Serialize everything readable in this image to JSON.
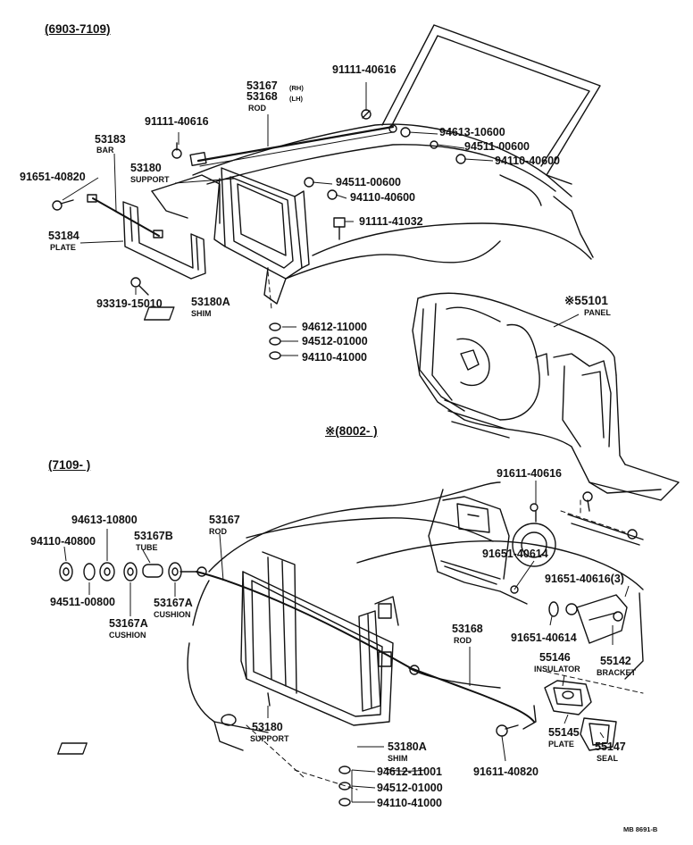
{
  "ranges": {
    "top": "(6903-7109)",
    "bottom": "(7109-      )",
    "panel_note": "※(8002-      )"
  },
  "labels": {
    "n91111_40616_a": "91111-40616",
    "n53167_rh": "53167",
    "rh": "(RH)",
    "n53168_lh": "53168",
    "lh": "(LH)",
    "rod_top": "ROD",
    "n91111_40616_b": "91111-40616",
    "n94613_10600": "94613-10600",
    "n94511_00600_a": "94511-00600",
    "n53183": "53183",
    "bar": "BAR",
    "n94110_40600_a": "94110-40600",
    "n53180_top": "53180",
    "support_top": "SUPPORT",
    "n94511_00600_b": "94511-00600",
    "n91651_40820": "91651-40820",
    "n94110_40600_b": "94110-40600",
    "n91111_41032": "91111-41032",
    "n53184": "53184",
    "plate_top": "PLATE",
    "n93319_15010": "93319-15010",
    "n53180a_top": "53180A",
    "shim_top": "SHIM",
    "n94612_11000": "94612-11000",
    "n94512_01000_a": "94512-01000",
    "n94110_41000_a": "94110-41000",
    "n55101": "※55101",
    "panel": "PANEL",
    "n91611_40616": "91611-40616",
    "n94613_10800": "94613-10800",
    "n53167_bottom": "53167",
    "rod_bottom": "ROD",
    "n94110_40800": "94110-40800",
    "n53167b": "53167B",
    "tube": "TUBE",
    "n91651_40614_a": "91651-40614",
    "n94511_00800": "94511-00800",
    "n53167a_a": "53167A",
    "cushion_a": "CUSHION",
    "n91651_40616_3": "91651-40616(3)",
    "n53167a_b": "53167A",
    "cushion_b": "CUSHION",
    "n91651_40614_b": "91651-40614",
    "n53168_bottom": "53168",
    "rod_bottom2": "ROD",
    "n55146": "55146",
    "insulator": "INSULATOR",
    "n55142": "55142",
    "bracket": "BRACKET",
    "n53180_bottom": "53180",
    "support_bottom": "SUPPORT",
    "n55145": "55145",
    "plate_bottom": "PLATE",
    "n55147": "55147",
    "seal": "SEAL",
    "n53180a_bottom": "53180A",
    "shim_bottom": "SHIM",
    "n94612_11001": "94612-11001",
    "n91611_40820": "91611-40820",
    "n94512_01000_b": "94512-01000",
    "n94110_41000_b": "94110-41000"
  },
  "footer": "MB 8691-B"
}
